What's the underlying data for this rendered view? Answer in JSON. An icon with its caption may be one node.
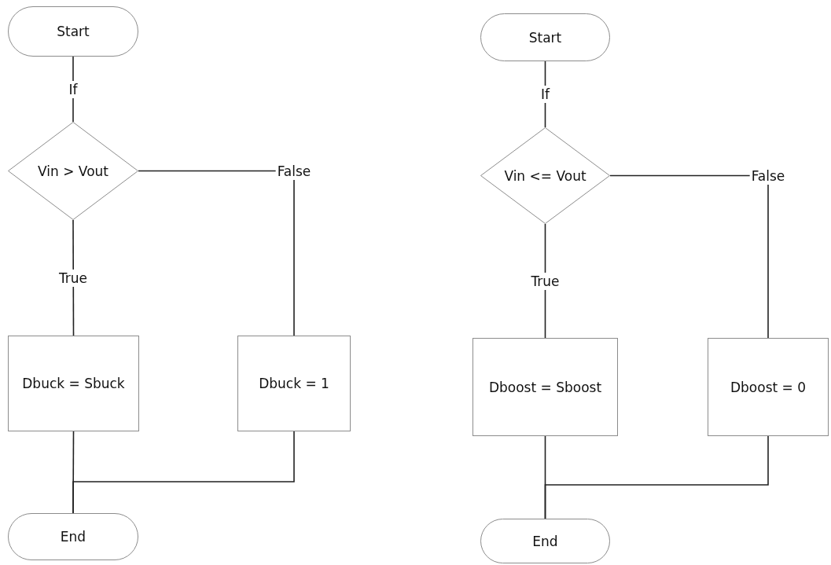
{
  "diagram": {
    "nodes": [
      {
        "text": [
          "Start"
        ]
      },
      {
        "text": [
          "Vin > Vout"
        ]
      },
      {
        "text": [
          "Dbuck = Sbuck"
        ]
      },
      {
        "text": [
          "Dbuck = 1"
        ]
      },
      {
        "text": [
          "End"
        ]
      },
      {
        "text": [
          "Start"
        ]
      },
      {
        "text": [
          "Vin <= Vout"
        ]
      },
      {
        "text": [
          "Dboost = Sboost"
        ]
      },
      {
        "text": [
          "Dboost = 0"
        ]
      },
      {
        "text": [
          "End"
        ]
      }
    ],
    "edges": [
      {
        "from": 0,
        "to": 1,
        "arrow": "none",
        "label": "If"
      },
      {
        "from": 1,
        "to": 2,
        "arrow": "none",
        "label": "True"
      },
      {
        "from": 1,
        "to": 3,
        "arrow": "none",
        "label": "False"
      },
      {
        "from": 2,
        "to": 4,
        "arrow": "none"
      },
      {
        "from": 3,
        "to": 4,
        "arrow": "none"
      },
      {
        "from": 5,
        "to": 6,
        "arrow": "none",
        "label": "If"
      },
      {
        "from": 6,
        "to": 7,
        "arrow": "none",
        "label": "True"
      },
      {
        "from": 6,
        "to": 8,
        "arrow": "none",
        "label": "False"
      },
      {
        "from": 7,
        "to": 9,
        "arrow": "none"
      },
      {
        "from": 8,
        "to": 9,
        "arrow": "none"
      }
    ]
  }
}
